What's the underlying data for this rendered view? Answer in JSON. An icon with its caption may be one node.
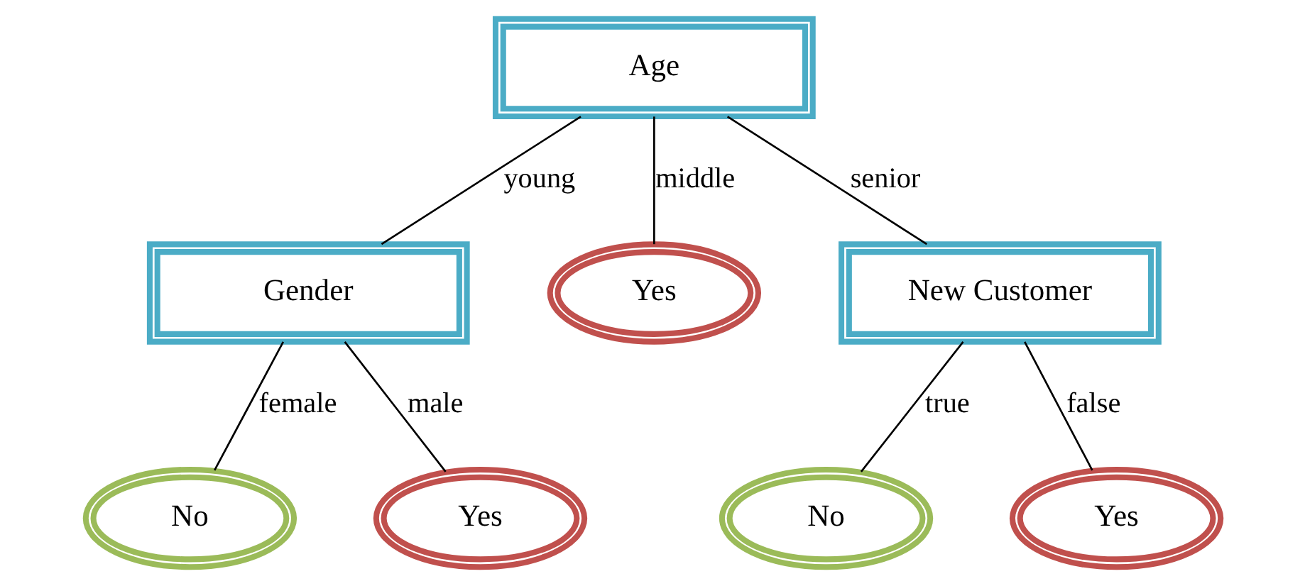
{
  "diagram": {
    "nodes": [
      {
        "text": [
          "Age"
        ]
      },
      {
        "text": [
          "Gender"
        ]
      },
      {
        "text": [
          "Yes"
        ]
      },
      {
        "text": [
          "New Customer"
        ]
      },
      {
        "text": [
          "No"
        ]
      },
      {
        "text": [
          "Yes"
        ]
      },
      {
        "text": [
          "No"
        ]
      },
      {
        "text": [
          "Yes"
        ]
      }
    ],
    "edges": [
      {
        "from": 0,
        "to": 1,
        "arrow": "none",
        "label": "young"
      },
      {
        "from": 0,
        "to": 2,
        "arrow": "none",
        "label": "middle"
      },
      {
        "from": 0,
        "to": 3,
        "arrow": "none",
        "label": "senior"
      },
      {
        "from": 1,
        "to": 4,
        "arrow": "none",
        "label": "female"
      },
      {
        "from": 1,
        "to": 5,
        "arrow": "none",
        "label": "male"
      },
      {
        "from": 3,
        "to": 6,
        "arrow": "none",
        "label": "true"
      },
      {
        "from": 3,
        "to": 7,
        "arrow": "none",
        "label": "false"
      }
    ]
  }
}
